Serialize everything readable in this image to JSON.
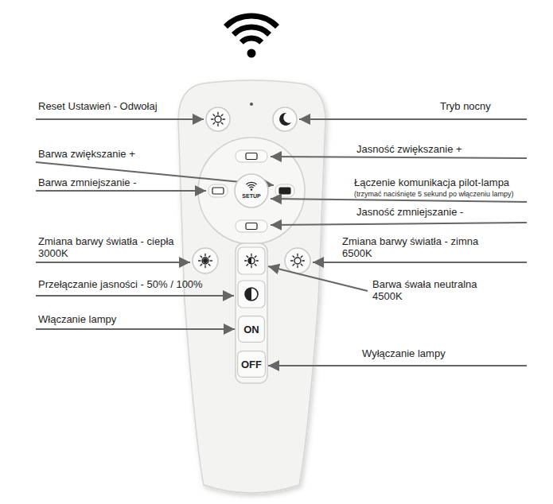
{
  "diagram": {
    "nodes": [
      {
        "text": [
          "SETUP"
        ]
      },
      {
        "text": [
          "ON"
        ]
      },
      {
        "text": [
          "OFF"
        ]
      }
    ],
    "labels": [
      "Reset Ustawień - Odwołaj",
      "Tryb nocny",
      "Barwa zwiększanie +",
      "Jasność zwiększanie +",
      "Barwa zmniejszanie -",
      "Łączenie komunikacja pilot-lampa",
      "(trzymać naciśnięte 5 sekund po włączeniu lampy)",
      "Jasność zmniejszanie -",
      "Zmiana barwy światła - ciepła 3000K",
      "Zmiana barwy światła - zimna 6500K",
      "Przełączanie jasności - 50% / 100%",
      "Barwa śwała neutralna 4500K",
      "Włączanie lampy",
      "Wyłączanie lampy"
    ]
  }
}
